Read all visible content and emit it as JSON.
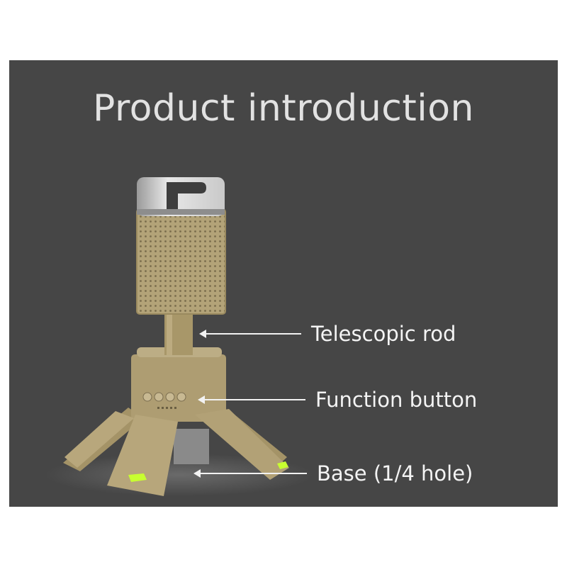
{
  "title": "Product introduction",
  "callouts": [
    {
      "label": "Telescopic rod"
    },
    {
      "label": "Function button"
    },
    {
      "label": "Base (1/4 hole)"
    }
  ],
  "colors": {
    "background": "#464646",
    "product_body": "#b09f74",
    "indicator": "#c8ff30"
  }
}
